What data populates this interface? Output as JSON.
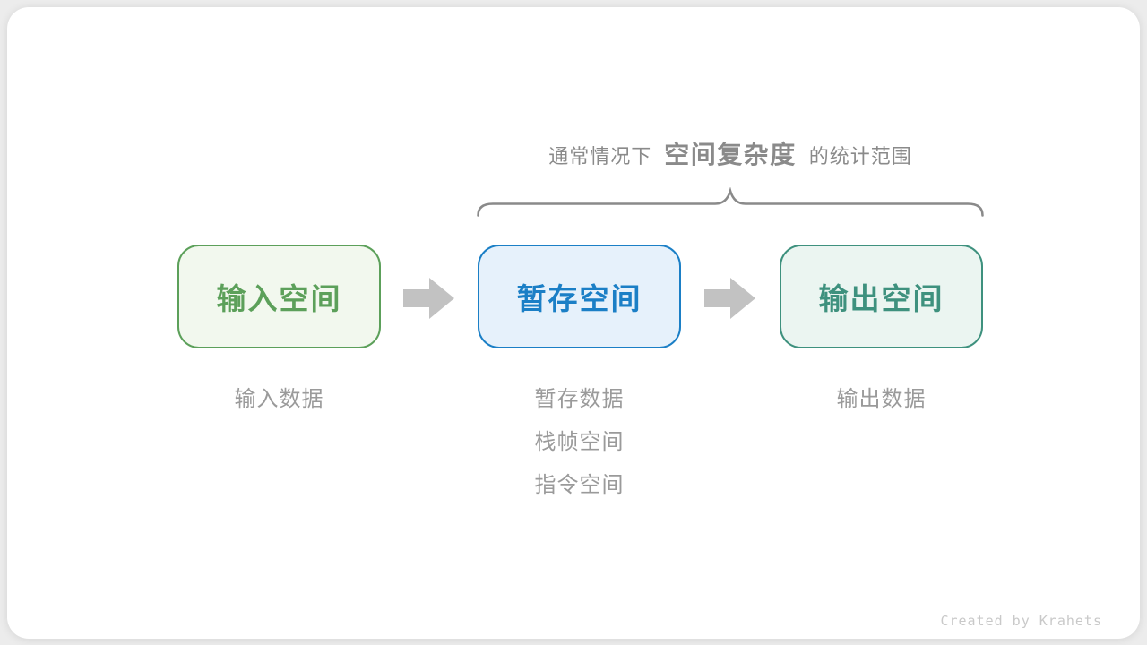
{
  "annotation": {
    "prefix": "通常情况下",
    "highlight": "空间复杂度",
    "suffix": "的统计范围",
    "color": "#8a8a8a"
  },
  "brace": {
    "color": "#8a8a8a"
  },
  "boxes": [
    {
      "label": "输入空间",
      "accent_color": "#5ca05a",
      "background_color": "#f2f8ee",
      "note_lines": [
        "输入数据"
      ]
    },
    {
      "label": "暂存空间",
      "accent_color": "#1b7fc6",
      "background_color": "#e6f1fb",
      "note_lines": [
        "暂存数据",
        "栈帧空间",
        "指令空间"
      ]
    },
    {
      "label": "输出空间",
      "accent_color": "#3e917e",
      "background_color": "#ebf5f1",
      "note_lines": [
        "输出数据"
      ]
    }
  ],
  "arrows": {
    "color": "#c2c2c2"
  },
  "footer": {
    "credit": "Created by Krahets"
  }
}
